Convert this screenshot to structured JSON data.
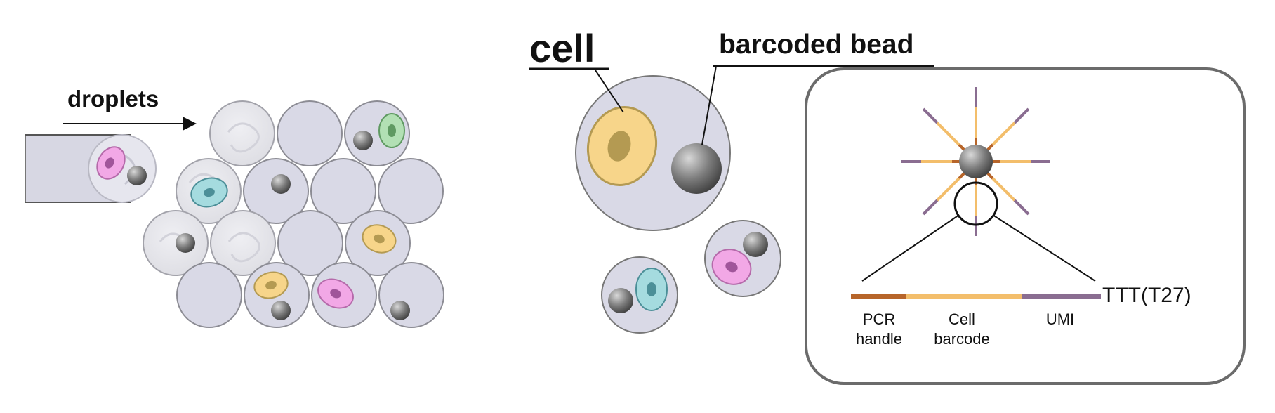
{
  "labels": {
    "droplets": "droplets",
    "cell": "cell",
    "barcoded_bead": "barcoded bead",
    "oligo_tail": "TTT(T27)",
    "segment_pcr_line1": "PCR",
    "segment_pcr_line2": "handle",
    "segment_cell_line1": "Cell",
    "segment_cell_line2": "barcode",
    "segment_umi": "UMI"
  },
  "colors": {
    "droplet_fill": "#d9d9e6",
    "droplet_stroke": "#8c8c94",
    "empty_droplet_fill": "#e4e4e8",
    "bead": "#6f6f6f",
    "cell_yellow": "#f7d58a",
    "cell_yellow_nucleus": "#b49a52",
    "cell_pink": "#f2a8e6",
    "cell_pink_nucleus": "#a0559a",
    "cell_teal": "#a5dbdf",
    "cell_teal_nucleus": "#4c8f98",
    "cell_green": "#b2e0b4",
    "cell_green_nucleus": "#5f9a62",
    "pcr_handle": "#b7652a",
    "cell_barcode": "#f3be6b",
    "umi": "#8a6d91",
    "box_stroke": "#6b6b6b"
  }
}
